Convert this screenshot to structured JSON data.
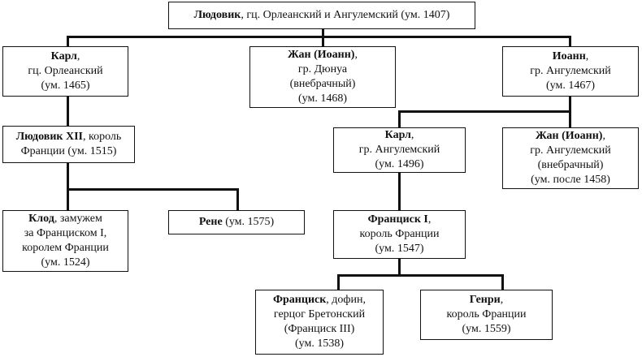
{
  "nodes": {
    "louis": {
      "name": "Людовик",
      "rest": ", гц. Орлеанский и Ангулемский (ум. 1407)"
    },
    "charles_orleans": {
      "name": "Карл",
      "rest": ",",
      "line2": "гц. Орлеанский",
      "line3": "(ум. 1465)"
    },
    "jean_dunois": {
      "name": "Жан (Иоанн)",
      "rest": ",",
      "line2": "гр. Дюнуа",
      "line3": "(внебрачный)",
      "line4": "(ум. 1468)"
    },
    "jean_angouleme": {
      "name": "Иоанн",
      "rest": ",",
      "line2": "гр. Ангулемский",
      "line3": "(ум. 1467)"
    },
    "louis_xii": {
      "name": "Людовик XII",
      "rest": ", король",
      "line2": "Франции (ум. 1515)"
    },
    "charles_angouleme": {
      "name": "Карл",
      "rest": ",",
      "line2": "гр. Ангулемский",
      "line3": "(ум. 1496)"
    },
    "jean_bastard": {
      "name": "Жан (Иоанн)",
      "rest": ",",
      "line2": "гр. Ангулемский",
      "line3": "(внебрачный)",
      "line4": "(ум. после 1458)"
    },
    "claude": {
      "name": "Клод",
      "rest": ", замужем",
      "line2": "за Франциском I,",
      "line3": "королем Франции",
      "line4": "(ум. 1524)"
    },
    "rene": {
      "name": "Рене",
      "rest": " (ум. 1575)"
    },
    "francis_i": {
      "name": "Франциск I",
      "rest": ",",
      "line2": "король Франции",
      "line3": "(ум. 1547)"
    },
    "francis_dauphin": {
      "name": "Франциск",
      "rest": ", дофин,",
      "line2": "герцог Бретонский",
      "line3": "(Франциск III)",
      "line4": "(ум. 1538)"
    },
    "henri": {
      "name": "Генри",
      "rest": ",",
      "line2": "король Франции",
      "line3": "(ум. 1559)"
    }
  }
}
